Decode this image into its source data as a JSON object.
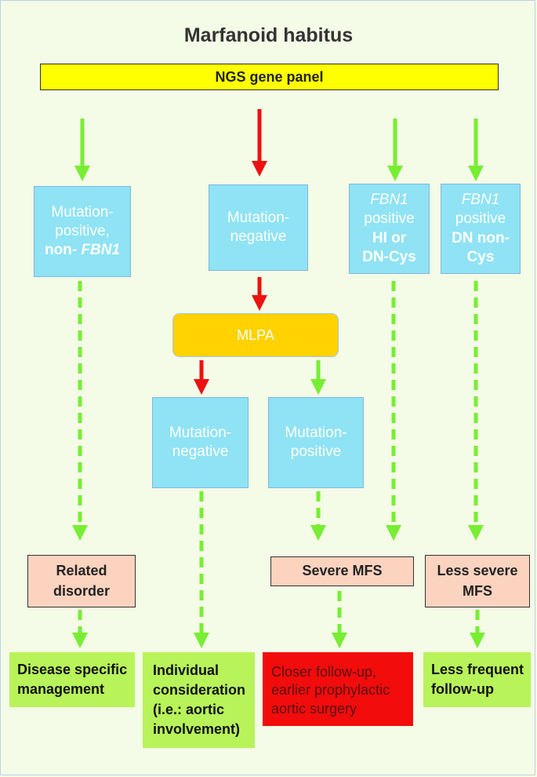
{
  "title": "Marfanoid habitus",
  "ngs_label": "NGS gene panel",
  "box_mut_pos_nonfbn1": {
    "line1": "Mutation-",
    "line2": "positive,",
    "line3_prefix": "non- ",
    "line3_em": "FBN1"
  },
  "box_mut_neg_top": {
    "line1": "Mutation-",
    "line2": "negative"
  },
  "box_fbn1_hi": {
    "line1_em": "FBN1",
    "line2": "positive",
    "line3": "HI or",
    "line4": "DN-Cys"
  },
  "box_fbn1_dn": {
    "line1_em": "FBN1",
    "line2": "positive",
    "line3": "DN non-",
    "line4": "Cys"
  },
  "mlpa_label": "MLPA",
  "box_mlpa_neg": {
    "line1": "Mutation-",
    "line2": "negative"
  },
  "box_mlpa_pos": {
    "line1": "Mutation-",
    "line2": "positive"
  },
  "related": {
    "line1": "Related",
    "line2": "disorder"
  },
  "severe": "Severe MFS",
  "less_severe": {
    "line1": "Less severe",
    "line2": "MFS"
  },
  "out_disease": {
    "line1": "Disease specific",
    "line2": "management"
  },
  "out_individual": {
    "line1": "Individual",
    "line2": "consideration",
    "line3": "(i.e.: aortic",
    "line4": "involvement)"
  },
  "out_closer": {
    "line1": "Closer follow-up,",
    "line2": "earlier prophylactic",
    "line3": "aortic surgery"
  },
  "out_less": {
    "line1": "Less frequent",
    "line2": "follow-up"
  },
  "colors": {
    "arrow_green": "#77ee33",
    "arrow_red": "#ee1111",
    "box_blue": "#8fe3f4",
    "box_yellow": "#ffff00",
    "box_pink": "#fcd3bf",
    "box_green": "#b8f35a",
    "box_red": "#f20c0c",
    "mlpa": "#ffd200"
  }
}
